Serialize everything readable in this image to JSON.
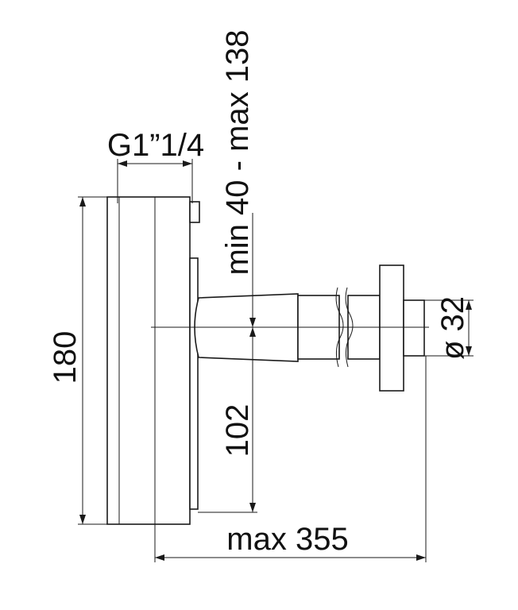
{
  "dimensions": {
    "thread": "G1”1/4",
    "adjust_range": "min 40 - max 138",
    "height_total": "180",
    "outlet_height": "102",
    "diameter": "ø 32",
    "max_depth": "max 355"
  }
}
